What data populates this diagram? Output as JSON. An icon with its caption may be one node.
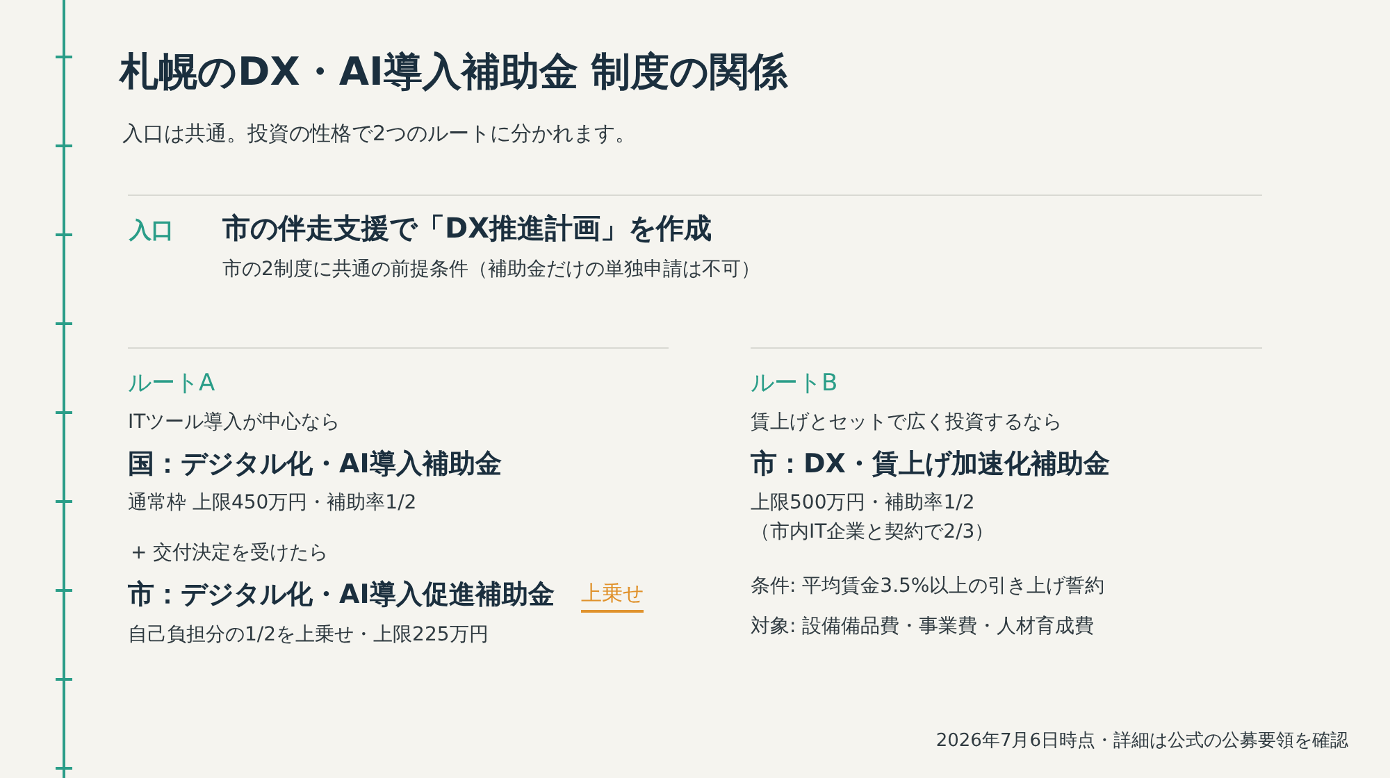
{
  "diagram": {
    "title": "札幌のDX・AI導入補助金 制度の関係",
    "nodes": [
      {
        "text": [
          "入口",
          "市の伴走支援で「DX推進計画」を作成",
          "市の2制度に共通の前提条件（補助金だけの単独申請は不可）"
        ]
      },
      {
        "text": [
          "ルートA",
          "ITツール導入が中心なら",
          "国：デジタル化・AI導入補助金",
          "通常枠 上限450万円・補助率1/2",
          "+ 交付決定を受けたら",
          "市：デジタル化・AI導入促進補助金",
          "上乗せ",
          "自己負担分の1/2を上乗せ・上限225万円"
        ]
      },
      {
        "text": [
          "ルートB",
          "賃上げとセットで広く投資するなら",
          "市：DX・賃上げ加速化補助金",
          "上限500万円・補助率1/2（市内IT企業と契約で2/3）",
          "条件: 平均賃金3.5%以上の引き上げ誓約",
          "対象: 設備備品費・事業費・人材育成費"
        ]
      }
    ],
    "labels": [
      "入口は共通。投資の性格で2つのルートに分かれます。",
      "2026年7月6日時点・詳細は公式の公募要領を確認"
    ]
  }
}
